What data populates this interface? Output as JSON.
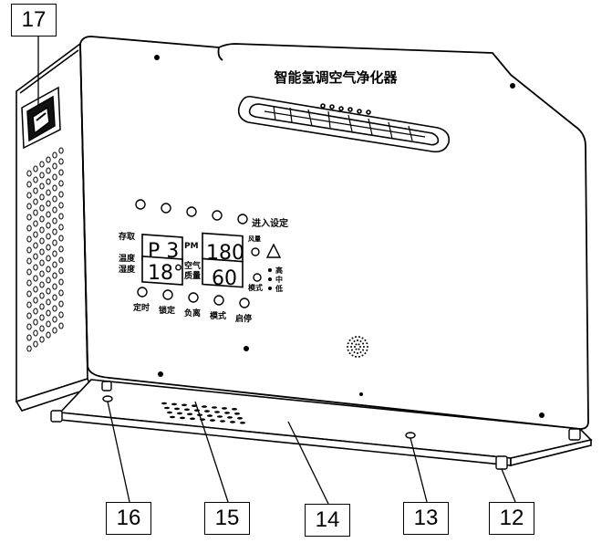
{
  "device": {
    "title": "智能氢调空气净化器",
    "controls": {
      "top_label": "进入设定",
      "row1_left": "存取",
      "row1_mid": "PM",
      "row2_left_a": "温度",
      "row2_left_b": "湿度",
      "row2_mid_a": "空气",
      "row2_mid_b": "质量",
      "side_top": "风量",
      "speed_high": "高",
      "speed_mid": "中",
      "speed_low": "低",
      "mode_label": "模式",
      "bottom": [
        "定时",
        "锁定",
        "负离",
        "模式",
        "启停"
      ]
    },
    "displays": {
      "d1": "P 3",
      "d2": "180",
      "d3": "18°",
      "d4": "60"
    }
  },
  "callouts": {
    "c17": "17",
    "c16": "16",
    "c15": "15",
    "c14": "14",
    "c13": "13",
    "c12": "12"
  }
}
